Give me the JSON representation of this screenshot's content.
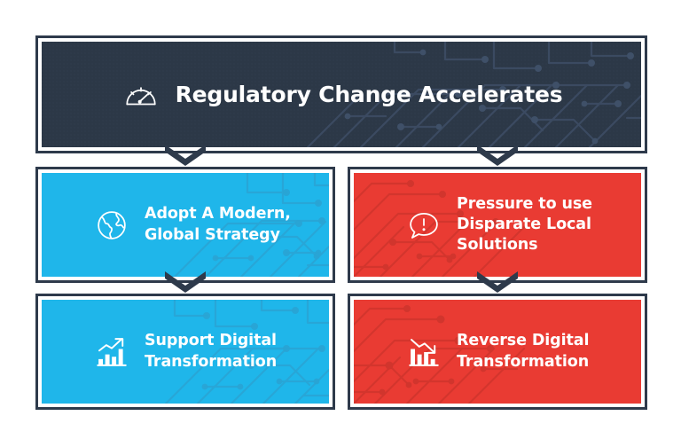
{
  "diagram": {
    "title": "Regulatory Change Accelerates",
    "type": "flow-diagram"
  },
  "colors": {
    "dark_navy": "#2c3847",
    "border_navy": "#2e3a4b",
    "blue": "#1fb6ea",
    "red": "#e93b33",
    "text_white": "#ffffff",
    "page_background": "#ffffff"
  },
  "header": {
    "title": "Regulatory Change Accelerates",
    "icon": "speedometer-icon",
    "background": "#2c3847"
  },
  "branches": [
    {
      "column": "left",
      "row": 1,
      "title_line_1": "Adopt A Modern,",
      "title_line_2": "Global Strategy",
      "icon": "globe-icon",
      "color": "#1fb6ea",
      "sentiment": "positive"
    },
    {
      "column": "right",
      "row": 1,
      "title_line_1": "Pressure to use",
      "title_line_2": "Disparate Local",
      "title_line_3": "Solutions",
      "icon": "alert-speech-bubble-icon",
      "color": "#e93b33",
      "sentiment": "negative"
    },
    {
      "column": "left",
      "row": 2,
      "title_line_1": "Support Digital",
      "title_line_2": "Transformation",
      "icon": "chart-trending-up-icon",
      "color": "#1fb6ea",
      "sentiment": "positive"
    },
    {
      "column": "right",
      "row": 2,
      "title_line_1": "Reverse Digital",
      "title_line_2": "Transformation",
      "icon": "chart-trending-down-icon",
      "color": "#e93b33",
      "sentiment": "negative"
    }
  ],
  "connectors": [
    {
      "name": "header-to-blue-1",
      "shape": "chevron-down"
    },
    {
      "name": "header-to-red-1",
      "shape": "chevron-down"
    },
    {
      "name": "blue-1-to-blue-2",
      "shape": "chevron-down"
    },
    {
      "name": "red-1-to-red-2",
      "shape": "chevron-down"
    }
  ]
}
